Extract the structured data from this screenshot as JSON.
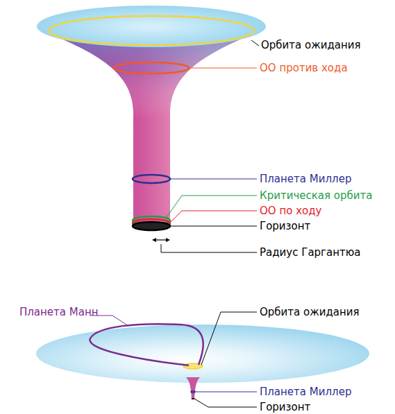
{
  "diagram": {
    "labels": [
      "Орбита ожидания",
      "ОО против хода",
      "Планета Миллер",
      "Критическая орбита",
      "ОО по ходу",
      "Горизонт",
      "Радиус Гаргантюа",
      "Планета Манн",
      "Орбита ожидания",
      "Планета Миллер",
      "Горизонт"
    ]
  }
}
